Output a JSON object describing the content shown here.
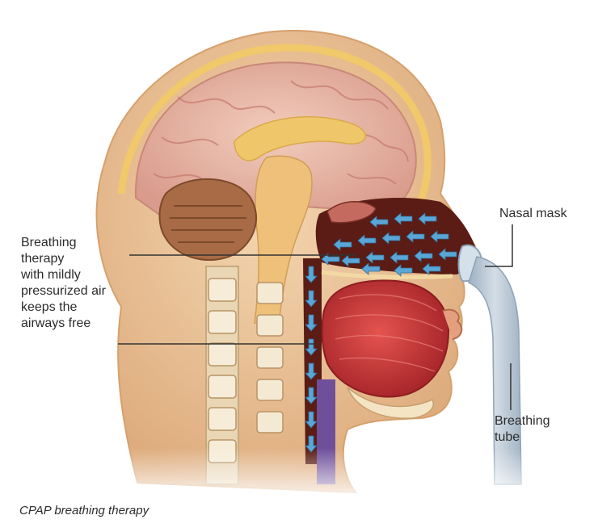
{
  "labels": {
    "therapy_lines": [
      "Breathing",
      "therapy",
      "with mildly",
      "pressurized air",
      "keeps the",
      "airways free"
    ],
    "nasal_mask": "Nasal mask",
    "tube_lines": [
      "Breathing",
      "tube"
    ]
  },
  "caption": "CPAP breathing therapy",
  "colors": {
    "skin": "#e7b98a",
    "brain": "#e9b8a8",
    "airway": "#5a1c14",
    "arrow": "#5aa6d6",
    "tube": "#b9c8d6",
    "muscle": "#c8373a",
    "text": "#2b2b2b"
  }
}
